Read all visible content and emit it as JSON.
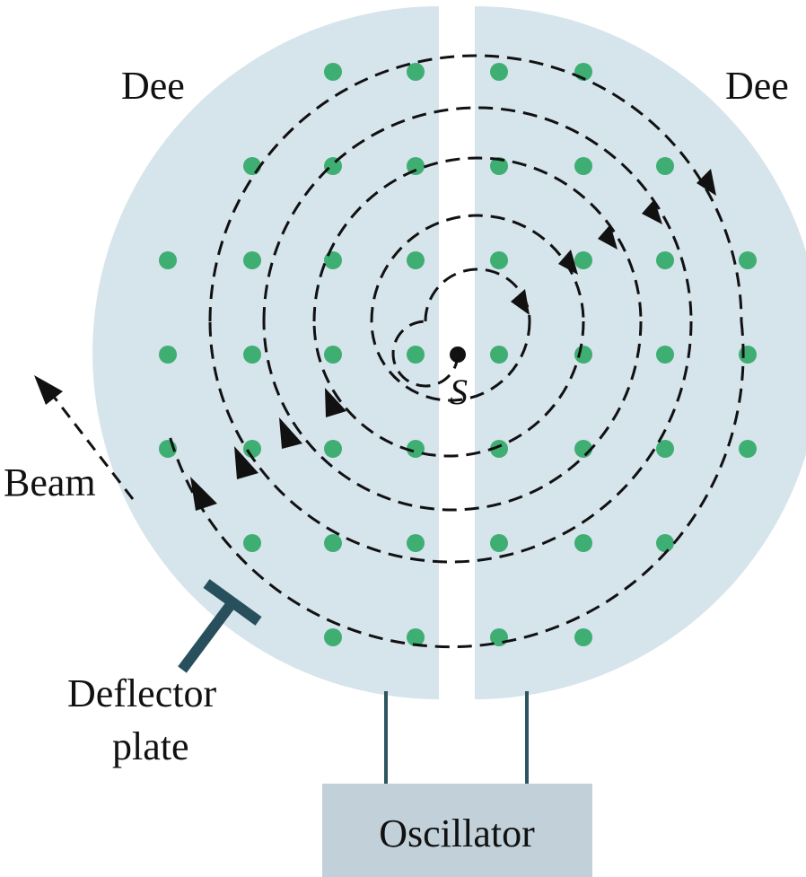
{
  "labels": {
    "dee_left": "Dee",
    "dee_right": "Dee",
    "source": "S",
    "beam": "Beam",
    "deflector_line1": "Deflector",
    "deflector_line2": "plate",
    "oscillator": "Oscillator"
  },
  "colors": {
    "dee_fill": "#d6e4ec",
    "field_dot": "#3fae72",
    "path": "#111111",
    "wire": "#2c5560",
    "deflector": "#27505c",
    "oscillator_fill": "#c2d0d9"
  }
}
